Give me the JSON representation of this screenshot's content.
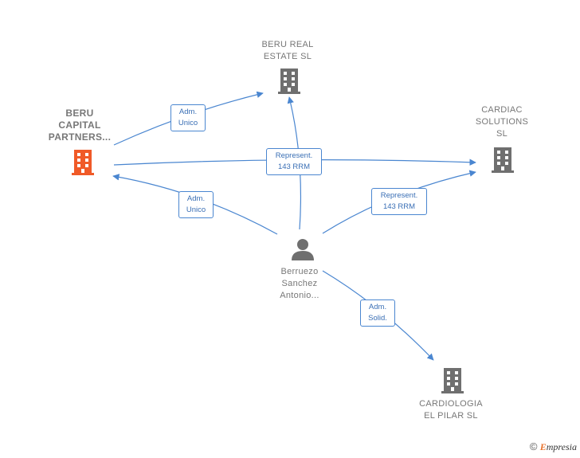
{
  "nodes": {
    "beru_capital": {
      "label": "BERU\nCAPITAL\nPARTNERS...",
      "kind": "company",
      "highlight": true
    },
    "beru_real": {
      "label": "BERU REAL\nESTATE  SL",
      "kind": "company"
    },
    "cardiac": {
      "label": "CARDIAC\nSOLUTIONS\nSL",
      "kind": "company"
    },
    "berruezo": {
      "label": "Berruezo\nSanchez\nAntonio...",
      "kind": "person"
    },
    "cardiologia": {
      "label": "CARDIOLOGIA\nEL PILAR  SL",
      "kind": "company"
    }
  },
  "edges": {
    "e1": "Adm.\nUnico",
    "e2": "Adm.\nUnico",
    "e3": "Represent.\n143 RRM",
    "e4": "Represent.\n143 RRM",
    "e5": "Adm.\nSolid."
  },
  "colors": {
    "highlight": "#f05a28",
    "node": "#6f6f6f",
    "edge": "#4a86d0"
  },
  "footer": {
    "copyright": "©",
    "brand_initial": "E",
    "brand_rest": "mpresia"
  }
}
